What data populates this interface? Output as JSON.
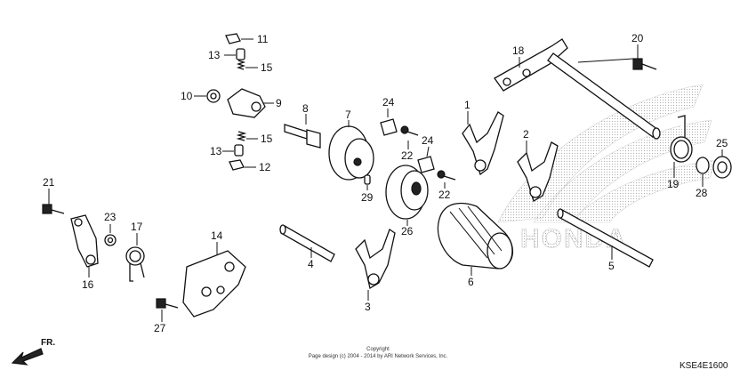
{
  "diagram": {
    "callouts": [
      {
        "id": "c1",
        "text": "1"
      },
      {
        "id": "c2",
        "text": "2"
      },
      {
        "id": "c3",
        "text": "3"
      },
      {
        "id": "c4",
        "text": "4"
      },
      {
        "id": "c5",
        "text": "5"
      },
      {
        "id": "c6",
        "text": "6"
      },
      {
        "id": "c7",
        "text": "7"
      },
      {
        "id": "c8",
        "text": "8"
      },
      {
        "id": "c9",
        "text": "9"
      },
      {
        "id": "c10",
        "text": "10"
      },
      {
        "id": "c11",
        "text": "11"
      },
      {
        "id": "c12",
        "text": "12"
      },
      {
        "id": "c13a",
        "text": "13"
      },
      {
        "id": "c13b",
        "text": "13"
      },
      {
        "id": "c14",
        "text": "14"
      },
      {
        "id": "c15a",
        "text": "15"
      },
      {
        "id": "c15b",
        "text": "15"
      },
      {
        "id": "c16",
        "text": "16"
      },
      {
        "id": "c17",
        "text": "17"
      },
      {
        "id": "c18",
        "text": "18"
      },
      {
        "id": "c19",
        "text": "19"
      },
      {
        "id": "c20",
        "text": "20"
      },
      {
        "id": "c21",
        "text": "21"
      },
      {
        "id": "c22a",
        "text": "22"
      },
      {
        "id": "c22b",
        "text": "22"
      },
      {
        "id": "c23",
        "text": "23"
      },
      {
        "id": "c24a",
        "text": "24"
      },
      {
        "id": "c24b",
        "text": "24"
      },
      {
        "id": "c25",
        "text": "25"
      },
      {
        "id": "c26",
        "text": "26"
      },
      {
        "id": "c27",
        "text": "27"
      },
      {
        "id": "c28",
        "text": "28"
      },
      {
        "id": "c29",
        "text": "29"
      }
    ],
    "copyright_line1": "Copyright",
    "copyright_line2": "Page design (c) 2004 - 2014 by ARI Network Services, Inc.",
    "diagram_code": "KSE4E1600",
    "direction_label": "FR.",
    "watermark": "HONDA"
  }
}
